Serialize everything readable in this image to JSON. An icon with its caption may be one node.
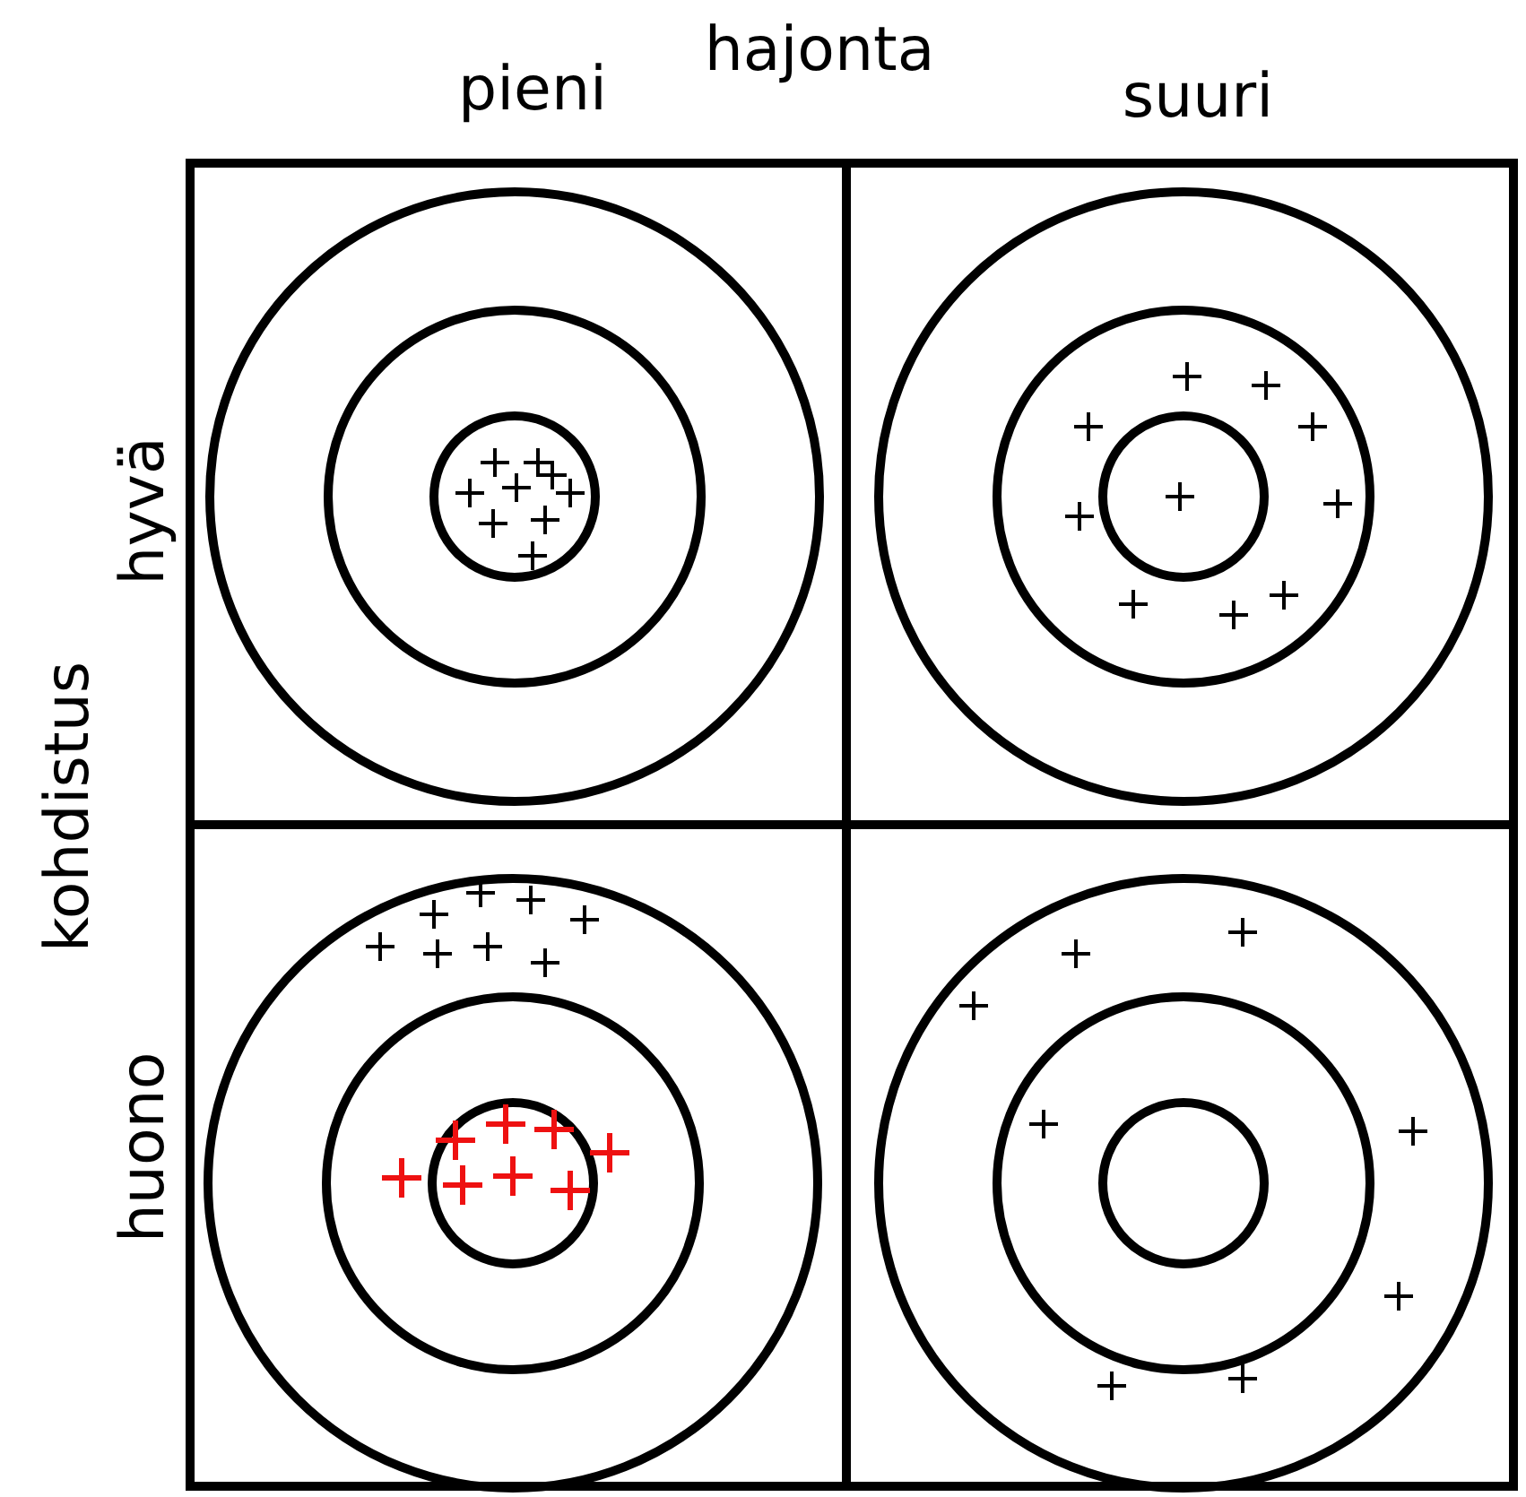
{
  "diagram": {
    "labels": [
      "hajonta",
      "pieni",
      "suuri",
      "kohdistus",
      "hyvä",
      "huono"
    ]
  }
}
